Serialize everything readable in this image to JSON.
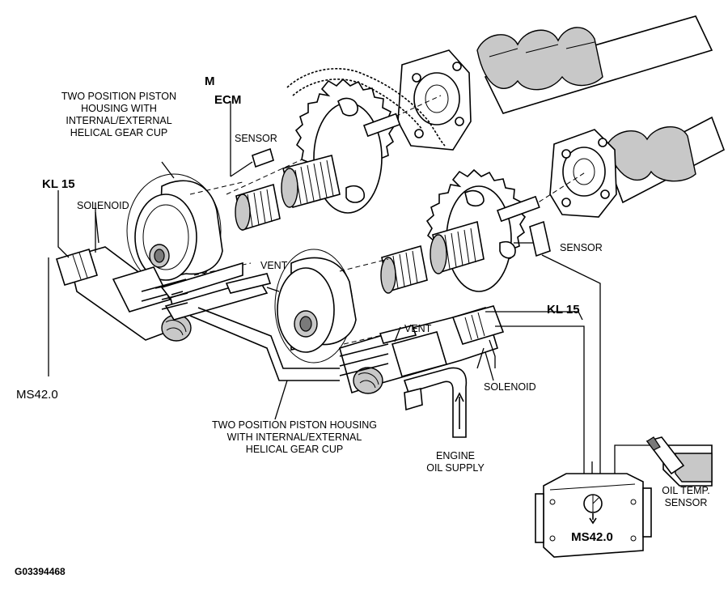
{
  "labels": {
    "ecm_top_m": "M",
    "ecm": "ECM",
    "piston_housing_1": [
      "TWO POSITION PISTON",
      "HOUSING WITH",
      "INTERNAL/EXTERNAL",
      "HELICAL GEAR CUP"
    ],
    "sensor_left": "SENSOR",
    "kl15_left": "KL 15",
    "solenoid_left": "SOLENOID",
    "vent_left": "VENT",
    "sensor_right": "SENSOR",
    "kl15_right": "KL 15",
    "vent_right": "VENT",
    "solenoid_right": "SOLENOID",
    "ms42_left": "MS42.0",
    "piston_housing_2": [
      "TWO POSITION PISTON HOUSING",
      "WITH INTERNAL/EXTERNAL",
      "HELICAL GEAR CUP"
    ],
    "engine_oil_supply": [
      "ENGINE",
      "OIL SUPPLY"
    ],
    "oil_temp_sensor": [
      "OIL TEMP.",
      "SENSOR"
    ],
    "ms42_module": "MS42.0",
    "figure_id": "G03394468"
  }
}
